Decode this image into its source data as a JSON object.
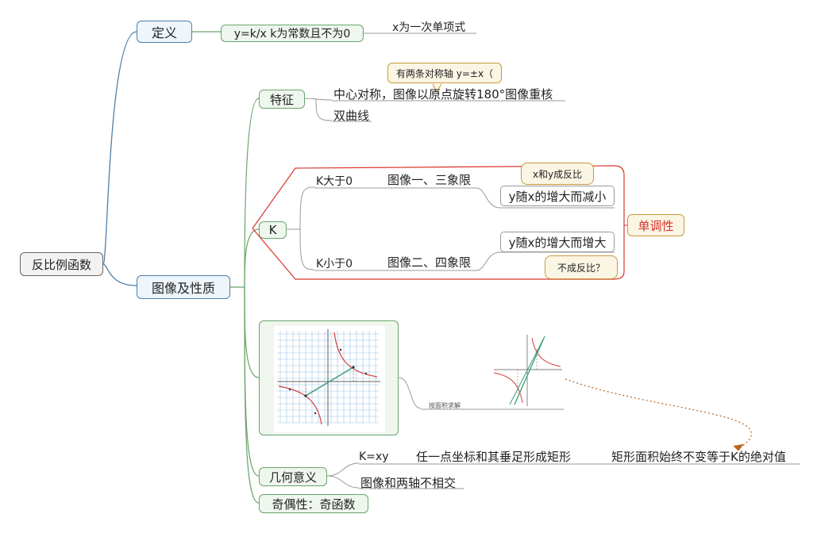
{
  "root": "反比例函数",
  "definition": {
    "title": "定义",
    "formula": "y=k/x  k为常数且不为0",
    "note": "x为一次单项式"
  },
  "properties": {
    "title": "图像及性质",
    "features": {
      "title": "特征",
      "central": "中心对称，图像以原点旋转180°图像重核",
      "callout": "有两条对称轴 y=±x（",
      "hyperbola": "双曲线"
    },
    "k": {
      "title": "K",
      "positive": "K大于0",
      "positive_quadrants": "图像一、三象限",
      "positive_trend": "y随x的增大而减小",
      "positive_callout": "x和y成反比",
      "negative": "K小于0",
      "negative_quadrants": "图像二、四象限",
      "negative_trend": "y随x的增大而增大",
      "negative_callout": "不成反比？",
      "monotonic": "单调性"
    },
    "graph_caption": "按面积求解",
    "geometry": {
      "title": "几何意义",
      "kxy": "K=xy",
      "rect": "任一点坐标和其垂足形成矩形",
      "area": "矩形面积始终不变等于K的绝对值",
      "axes": "图像和两轴不相交"
    },
    "parity": "奇偶性：奇函数"
  },
  "colors": {
    "blue_line": "#4f7fa8",
    "green_line": "#6aa56a",
    "red_outline": "#d9342b",
    "orange_arrow": "#b5651d"
  }
}
